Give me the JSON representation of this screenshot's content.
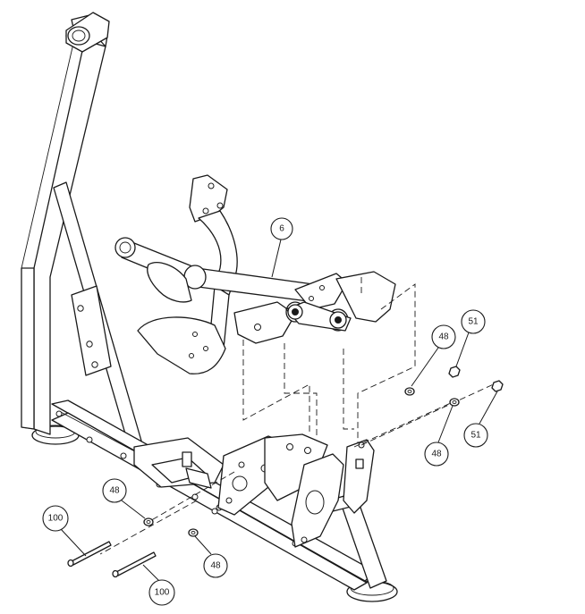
{
  "callouts": {
    "c6": {
      "label": "6"
    },
    "c48a": {
      "label": "48"
    },
    "c51a": {
      "label": "51"
    },
    "c51b": {
      "label": "51"
    },
    "c48b": {
      "label": "48"
    },
    "c48c": {
      "label": "48"
    },
    "c100a": {
      "label": "100"
    },
    "c48d": {
      "label": "48"
    },
    "c100b": {
      "label": "100"
    }
  }
}
